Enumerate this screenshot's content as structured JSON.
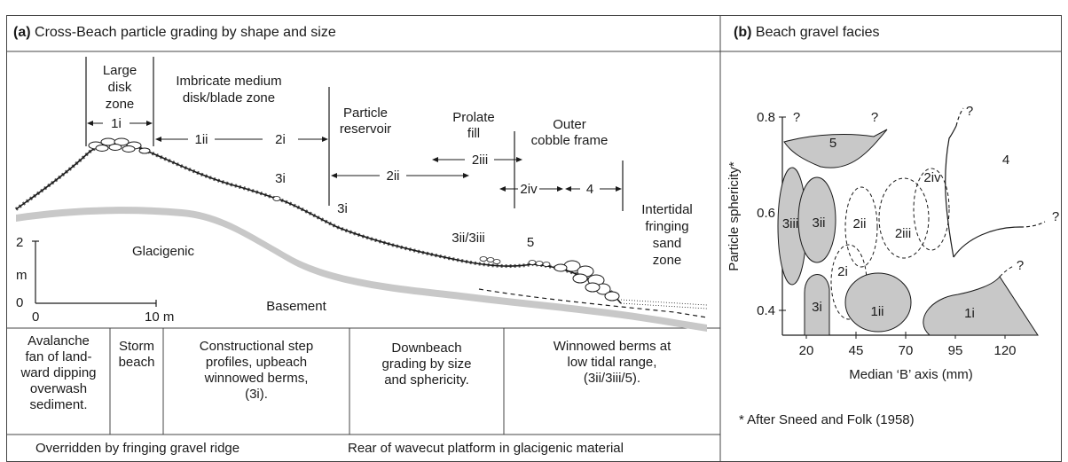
{
  "panel_a": {
    "letter": "(a)",
    "title": "Cross-Beach particle grading by shape and size",
    "zones": {
      "large_disk": "Large\ndisk\nzone",
      "imbricate": "Imbricate medium\ndisk/blade zone",
      "reservoir": "Particle\nreservoir",
      "prolate": "Prolate\nfill",
      "outer_cobble": "Outer\ncobble frame",
      "intertidal": "Intertidal\nfringing\nsand\nzone"
    },
    "arrows": [
      "1i",
      "1ii",
      "2i",
      "2ii",
      "2iii",
      "2iv",
      "4"
    ],
    "point_labels": [
      "3i",
      "3i",
      "3ii/3iii",
      "5"
    ],
    "layers": {
      "glacigenic": "Glacigenic",
      "basement": "Basement"
    },
    "scale": {
      "y_top": "2",
      "y_unit": "m",
      "y_bottom": "0",
      "x_left": "0",
      "x_right": "10 m"
    },
    "table_row1": [
      "Avalanche\nfan of land-\nward dipping\noverwash\nsediment.",
      "Storm\nbeach",
      "Constructional step\nprofiles, upbeach\nwinnowed berms,\n(3i).",
      "Downbeach\ngrading by size\nand sphericity.",
      "Winnowed berms at\nlow tidal range,\n(3ii/3iii/5)."
    ],
    "table_row2": [
      "Overridden by fringing gravel ridge",
      "Rear of wavecut platform in glacigenic material"
    ]
  },
  "panel_b": {
    "letter": "(b)",
    "title": "Beach gravel facies",
    "x_axis_label": "Median ‘B’ axis (mm)",
    "y_axis_label": "Particle sphericity*",
    "x_ticks": [
      "20",
      "45",
      "70",
      "95",
      "120"
    ],
    "y_ticks": [
      "0.8",
      "0.6",
      "0.4"
    ],
    "facies_labels": [
      "5",
      "3iii",
      "3ii",
      "3i",
      "2i",
      "2ii",
      "2iii",
      "2iv",
      "1ii",
      "1i",
      "4"
    ],
    "question_marks": [
      "?",
      "?",
      "?",
      "?",
      "?"
    ],
    "footnote": "* After Sneed and Folk (1958)"
  },
  "colors": {
    "fill_grey": "#c8c8c8",
    "line": "#1a1a1a",
    "border": "#444444"
  }
}
